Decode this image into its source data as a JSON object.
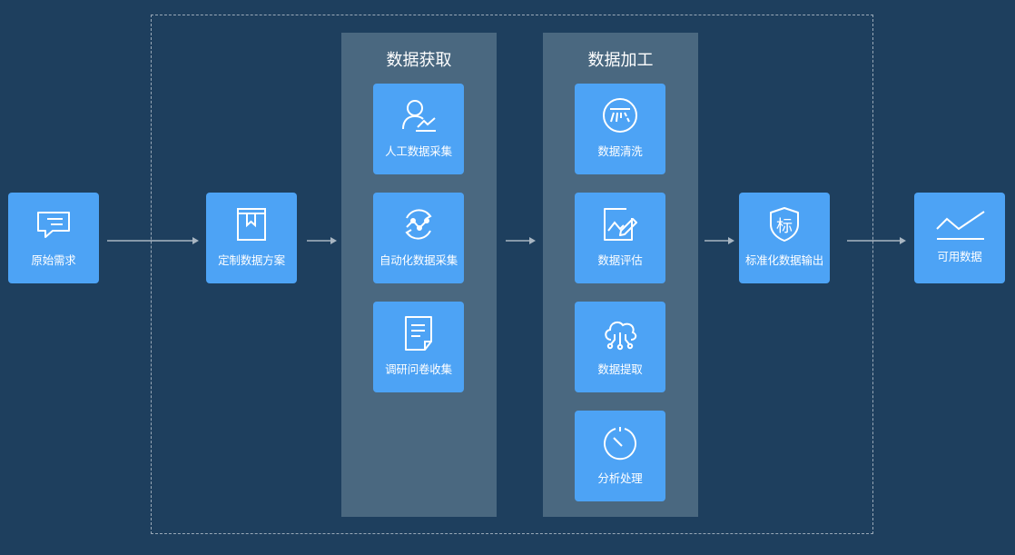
{
  "colors": {
    "background": "#1e3f5e",
    "panel": "#4a6880",
    "card": "#4da3f5",
    "arrow": "#a9b6c2",
    "frame": "#9aa9b8"
  },
  "nodes": {
    "requirement": {
      "label": "原始需求",
      "icon": "chat-bubble-icon"
    },
    "plan": {
      "label": "定制数据方案",
      "icon": "bookmark-book-icon"
    },
    "standard_output": {
      "label": "标准化数据输出",
      "icon": "shield-icon",
      "icon_text": "标"
    },
    "usable": {
      "label": "可用数据",
      "icon": "line-trend-icon"
    }
  },
  "acquisition": {
    "title": "数据获取",
    "items": [
      {
        "label": "人工数据采集",
        "icon": "person-chart-icon"
      },
      {
        "label": "自动化数据采集",
        "icon": "auto-cycle-icon"
      },
      {
        "label": "调研问卷收集",
        "icon": "document-icon"
      }
    ]
  },
  "processing": {
    "title": "数据加工",
    "items": [
      {
        "label": "数据清洗",
        "icon": "shower-icon"
      },
      {
        "label": "数据评估",
        "icon": "chart-pencil-icon"
      },
      {
        "label": "数据提取",
        "icon": "cloud-circuit-icon"
      },
      {
        "label": "分析处理",
        "icon": "timer-icon"
      }
    ]
  }
}
